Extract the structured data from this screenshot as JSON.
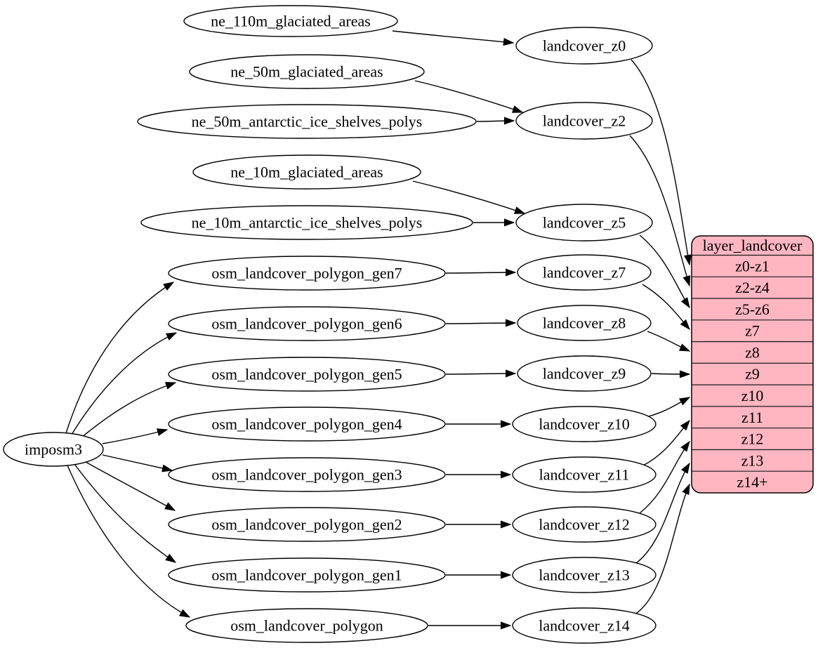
{
  "diagram": {
    "type": "graphviz-etl-dependency-graph",
    "colors": {
      "background": "#ffffff",
      "node_fill": "#ffffff",
      "table_fill": "#ffb6c1",
      "line": "#000000"
    },
    "nodes": {
      "imposm3": {
        "label": "imposm3"
      },
      "ne_110m_glaciated_areas": {
        "label": "ne_110m_glaciated_areas"
      },
      "ne_50m_glaciated_areas": {
        "label": "ne_50m_glaciated_areas"
      },
      "ne_50m_antarctic_ice_shelves_polys": {
        "label": "ne_50m_antarctic_ice_shelves_polys"
      },
      "ne_10m_glaciated_areas": {
        "label": "ne_10m_glaciated_areas"
      },
      "ne_10m_antarctic_ice_shelves_polys": {
        "label": "ne_10m_antarctic_ice_shelves_polys"
      },
      "osm_landcover_polygon_gen7": {
        "label": "osm_landcover_polygon_gen7"
      },
      "osm_landcover_polygon_gen6": {
        "label": "osm_landcover_polygon_gen6"
      },
      "osm_landcover_polygon_gen5": {
        "label": "osm_landcover_polygon_gen5"
      },
      "osm_landcover_polygon_gen4": {
        "label": "osm_landcover_polygon_gen4"
      },
      "osm_landcover_polygon_gen3": {
        "label": "osm_landcover_polygon_gen3"
      },
      "osm_landcover_polygon_gen2": {
        "label": "osm_landcover_polygon_gen2"
      },
      "osm_landcover_polygon_gen1": {
        "label": "osm_landcover_polygon_gen1"
      },
      "osm_landcover_polygon": {
        "label": "osm_landcover_polygon"
      },
      "landcover_z0": {
        "label": "landcover_z0"
      },
      "landcover_z2": {
        "label": "landcover_z2"
      },
      "landcover_z5": {
        "label": "landcover_z5"
      },
      "landcover_z7": {
        "label": "landcover_z7"
      },
      "landcover_z8": {
        "label": "landcover_z8"
      },
      "landcover_z9": {
        "label": "landcover_z9"
      },
      "landcover_z10": {
        "label": "landcover_z10"
      },
      "landcover_z11": {
        "label": "landcover_z11"
      },
      "landcover_z12": {
        "label": "landcover_z12"
      },
      "landcover_z13": {
        "label": "landcover_z13"
      },
      "landcover_z14": {
        "label": "landcover_z14"
      }
    },
    "table": {
      "title": "layer_landcover",
      "rows": [
        "z0-z1",
        "z2-z4",
        "z5-z6",
        "z7",
        "z8",
        "z9",
        "z10",
        "z11",
        "z12",
        "z13",
        "z14+"
      ]
    },
    "edges": [
      {
        "from": "ne_110m_glaciated_areas",
        "to": "landcover_z0"
      },
      {
        "from": "ne_50m_glaciated_areas",
        "to": "landcover_z2"
      },
      {
        "from": "ne_50m_antarctic_ice_shelves_polys",
        "to": "landcover_z2"
      },
      {
        "from": "ne_10m_glaciated_areas",
        "to": "landcover_z5"
      },
      {
        "from": "ne_10m_antarctic_ice_shelves_polys",
        "to": "landcover_z5"
      },
      {
        "from": "imposm3",
        "to": "osm_landcover_polygon_gen7"
      },
      {
        "from": "imposm3",
        "to": "osm_landcover_polygon_gen6"
      },
      {
        "from": "imposm3",
        "to": "osm_landcover_polygon_gen5"
      },
      {
        "from": "imposm3",
        "to": "osm_landcover_polygon_gen4"
      },
      {
        "from": "imposm3",
        "to": "osm_landcover_polygon_gen3"
      },
      {
        "from": "imposm3",
        "to": "osm_landcover_polygon_gen2"
      },
      {
        "from": "imposm3",
        "to": "osm_landcover_polygon_gen1"
      },
      {
        "from": "imposm3",
        "to": "osm_landcover_polygon"
      },
      {
        "from": "osm_landcover_polygon_gen7",
        "to": "landcover_z7"
      },
      {
        "from": "osm_landcover_polygon_gen6",
        "to": "landcover_z8"
      },
      {
        "from": "osm_landcover_polygon_gen5",
        "to": "landcover_z9"
      },
      {
        "from": "osm_landcover_polygon_gen4",
        "to": "landcover_z10"
      },
      {
        "from": "osm_landcover_polygon_gen3",
        "to": "landcover_z11"
      },
      {
        "from": "osm_landcover_polygon_gen2",
        "to": "landcover_z12"
      },
      {
        "from": "osm_landcover_polygon_gen1",
        "to": "landcover_z13"
      },
      {
        "from": "osm_landcover_polygon",
        "to": "landcover_z14"
      },
      {
        "from": "landcover_z0",
        "to": "layer_landcover.z0-z1"
      },
      {
        "from": "landcover_z2",
        "to": "layer_landcover.z2-z4"
      },
      {
        "from": "landcover_z5",
        "to": "layer_landcover.z5-z6"
      },
      {
        "from": "landcover_z7",
        "to": "layer_landcover.z7"
      },
      {
        "from": "landcover_z8",
        "to": "layer_landcover.z8"
      },
      {
        "from": "landcover_z9",
        "to": "layer_landcover.z9"
      },
      {
        "from": "landcover_z10",
        "to": "layer_landcover.z10"
      },
      {
        "from": "landcover_z11",
        "to": "layer_landcover.z11"
      },
      {
        "from": "landcover_z12",
        "to": "layer_landcover.z12"
      },
      {
        "from": "landcover_z13",
        "to": "layer_landcover.z13"
      },
      {
        "from": "landcover_z14",
        "to": "layer_landcover.z14+"
      }
    ]
  }
}
